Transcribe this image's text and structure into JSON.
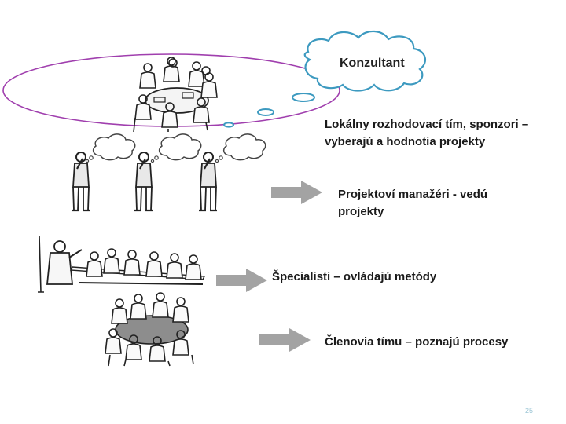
{
  "diagram": {
    "consultant_label": "Konzultant",
    "local_team_label": "Lokálny rozhodovací tím, sponzori – vyberajú a hodnotia projekty",
    "project_managers_label": "Projektoví manažéri - vedú projekty",
    "specialists_label": "Špecialisti – ovládajú metódy",
    "team_members_label": "Členovia tímu – poznajú procesy"
  },
  "page_number": "25",
  "colors": {
    "ellipse_stroke": "#a03fae",
    "cloud_stroke": "#3d9ac0",
    "arrow_fill": "#a3a3a3",
    "table_fill": "#8d8d8d"
  },
  "icons": [
    "thought-bubble-icon",
    "meeting-table-icon",
    "thinking-person-icon",
    "right-arrow-icon",
    "presenter-group-icon",
    "round-table-team-icon"
  ]
}
